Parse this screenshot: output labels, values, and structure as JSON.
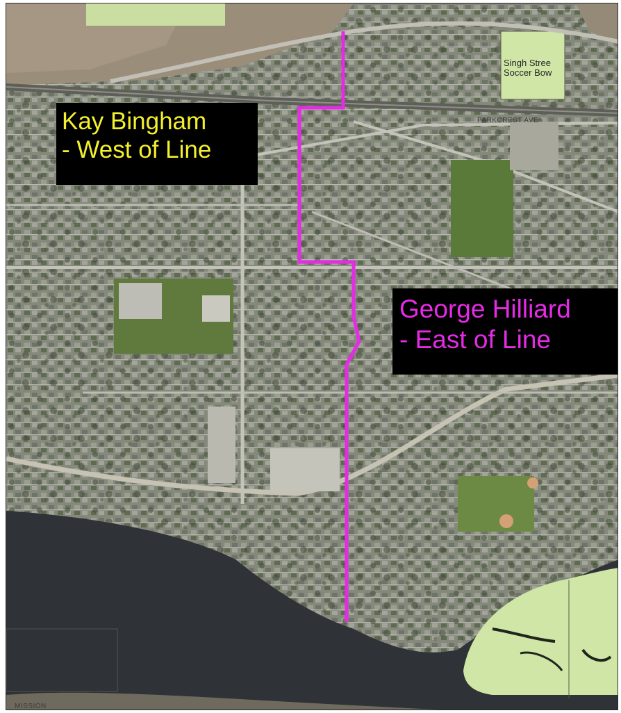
{
  "map": {
    "colors": {
      "urban": "#8b8f82",
      "river": "#2f3236",
      "park": "#cfe6a6",
      "boundary_line": "#e62be6",
      "west_label_text": "#f3f02c",
      "east_label_text": "#e62be6"
    },
    "labels": {
      "west": {
        "line1": "Kay Bingham",
        "line2": "- West of Line"
      },
      "east": {
        "line1": "George Hilliard",
        "line2": "- East of Line"
      }
    },
    "park_label": {
      "line1": "Singh Stree",
      "line2": "Soccer Bow"
    },
    "streets": {
      "parkcrest": "PARKCREST AVE",
      "mission": "MISSION"
    }
  }
}
